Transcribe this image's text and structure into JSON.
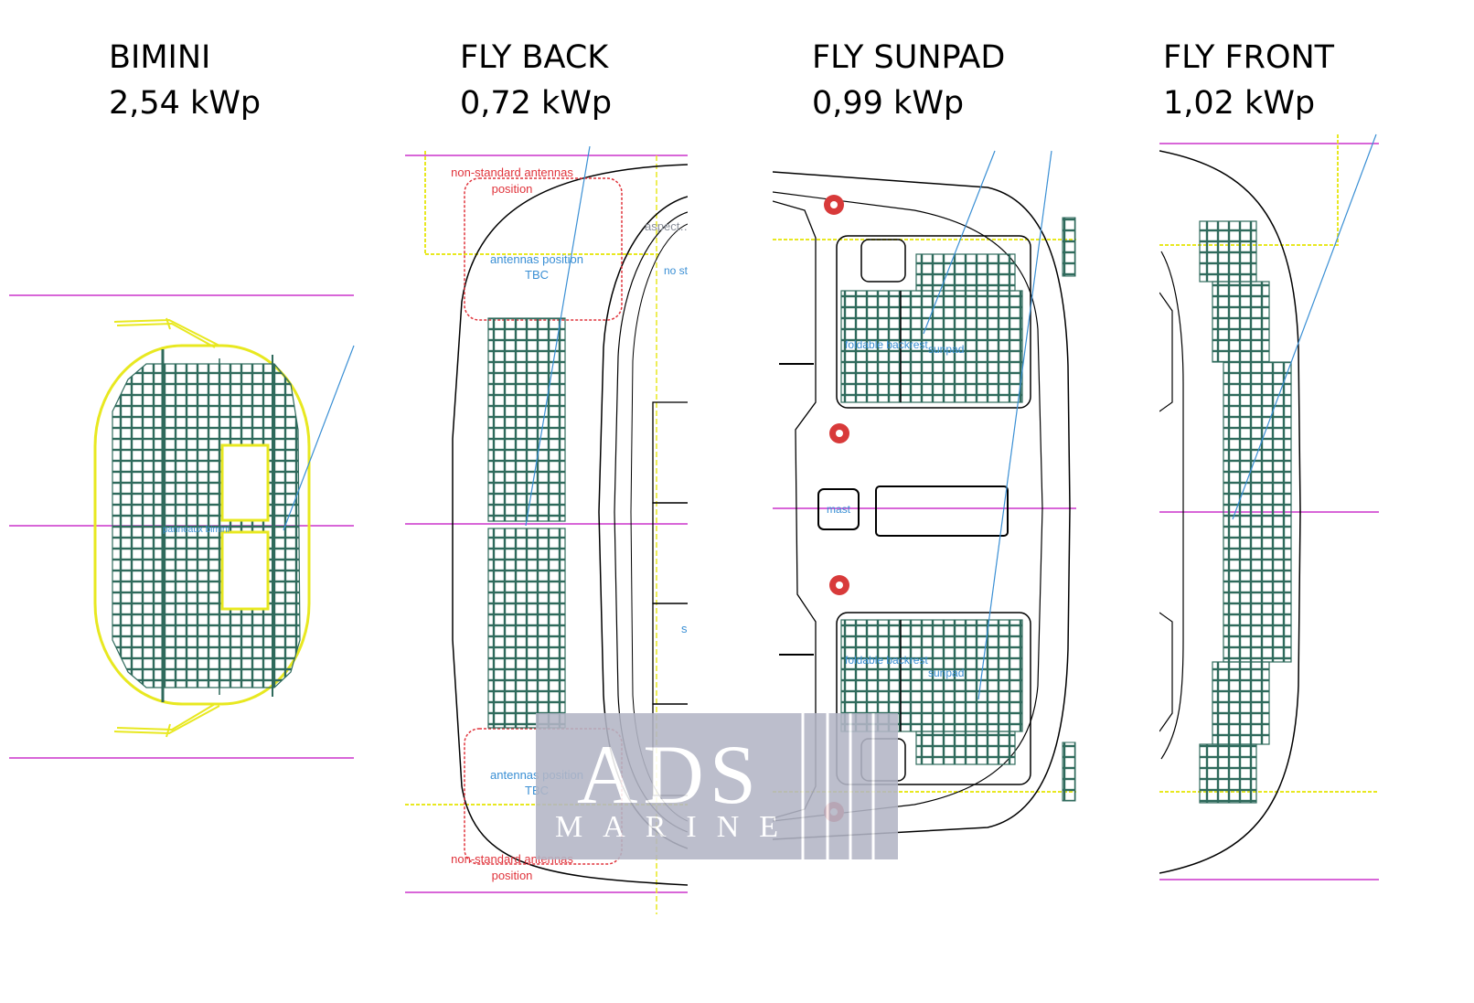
{
  "sections": [
    {
      "id": "bimini",
      "title": "BIMINI",
      "power": "2,54 kWp"
    },
    {
      "id": "fly-back",
      "title": "FLY BACK",
      "power": "0,72 kWp"
    },
    {
      "id": "fly-sunpad",
      "title": "FLY SUNPAD",
      "power": "0,99 kWp"
    },
    {
      "id": "fly-front",
      "title": "FLY FRONT",
      "power": "1,02 kWp"
    }
  ],
  "labels": {
    "non_standard_antennas_1": "non-standard antennas",
    "position_1": "position",
    "antennas_position": "antennas position",
    "tbc": "TBC",
    "antennas_position_2": "antennas position",
    "tbc_2": "TBC",
    "non_standard_antennas_2": "non-standard antennas",
    "position_2": "position",
    "storage_partial": "aspect… stor",
    "non_std_storage_partial": "no stan stor loc",
    "s_partial": "s",
    "bimini_center": "panneaux bimini",
    "foldable_backrest_1": "foldable backrest",
    "sunpad_1": "sunpad",
    "mast": "mast",
    "foldable_backrest_2": "foldable backrest",
    "sunpad_2": "sunpad"
  },
  "watermark": {
    "brand": "ADS",
    "sub": "MARINE"
  },
  "colors": {
    "panel": "#2f6a5c",
    "guide": "#cc33cc",
    "yellow": "#e8e820",
    "hull_line": "#000000",
    "antenna": "#e0343c",
    "annotation": "#3a8fd4",
    "watermark_bg": "#b3b6c6"
  }
}
